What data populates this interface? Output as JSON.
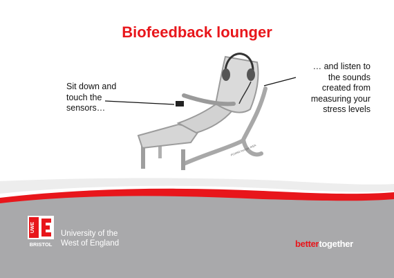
{
  "slide": {
    "title": "Biofeedback lounger",
    "caption_left": [
      "Sit down and",
      "touch the",
      "sensors…"
    ],
    "caption_right": [
      "… and listen to",
      "the sounds",
      "created from",
      "measuring your",
      "stress levels"
    ],
    "chair_credit": "POANG lounger IKEA"
  },
  "footer": {
    "logo_letters": "UWE",
    "logo_city": "BRISTOL",
    "university_lines": [
      "University of the",
      "West of England"
    ],
    "tagline_part1": "better",
    "tagline_part2": "together"
  },
  "colors": {
    "brand_red": "#e8161b",
    "footer_gray": "#a9a9ab",
    "chair_gray": "#cfcfcf"
  }
}
